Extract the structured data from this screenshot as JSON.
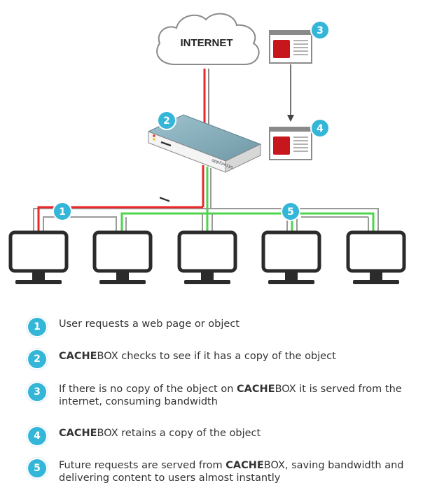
{
  "diagram": {
    "cloud_label": "INTERNET",
    "appliance_brand": "appliansys",
    "callouts": [
      "1",
      "2",
      "3",
      "4",
      "5"
    ]
  },
  "legend": [
    {
      "number": "1",
      "parts": [
        {
          "text": "User requests a web page or object",
          "bold": false
        }
      ]
    },
    {
      "number": "2",
      "parts": [
        {
          "text": "CACHE",
          "bold": true
        },
        {
          "text": "BOX checks to see if it has a copy of the object",
          "bold": false
        }
      ]
    },
    {
      "number": "3",
      "parts": [
        {
          "text": "If there is no copy of the object on ",
          "bold": false
        },
        {
          "text": "CACHE",
          "bold": true
        },
        {
          "text": "BOX it is served from the internet, consuming bandwidth",
          "bold": false
        }
      ]
    },
    {
      "number": "4",
      "parts": [
        {
          "text": "CACHE",
          "bold": true
        },
        {
          "text": "BOX retains a copy of the object",
          "bold": false
        }
      ]
    },
    {
      "number": "5",
      "parts": [
        {
          "text": "Future requests are served from ",
          "bold": false
        },
        {
          "text": "CACHE",
          "bold": true
        },
        {
          "text": "BOX, saving bandwidth and delivering content to users almost instantly",
          "bold": false
        }
      ]
    }
  ],
  "colors": {
    "accent": "#33b6d8",
    "request_line": "#e8282b",
    "served_line": "#4cd64a",
    "wire": "#9a9a9a",
    "monitor": "#2b2b2b",
    "page_icon_red": "#c8161d"
  }
}
